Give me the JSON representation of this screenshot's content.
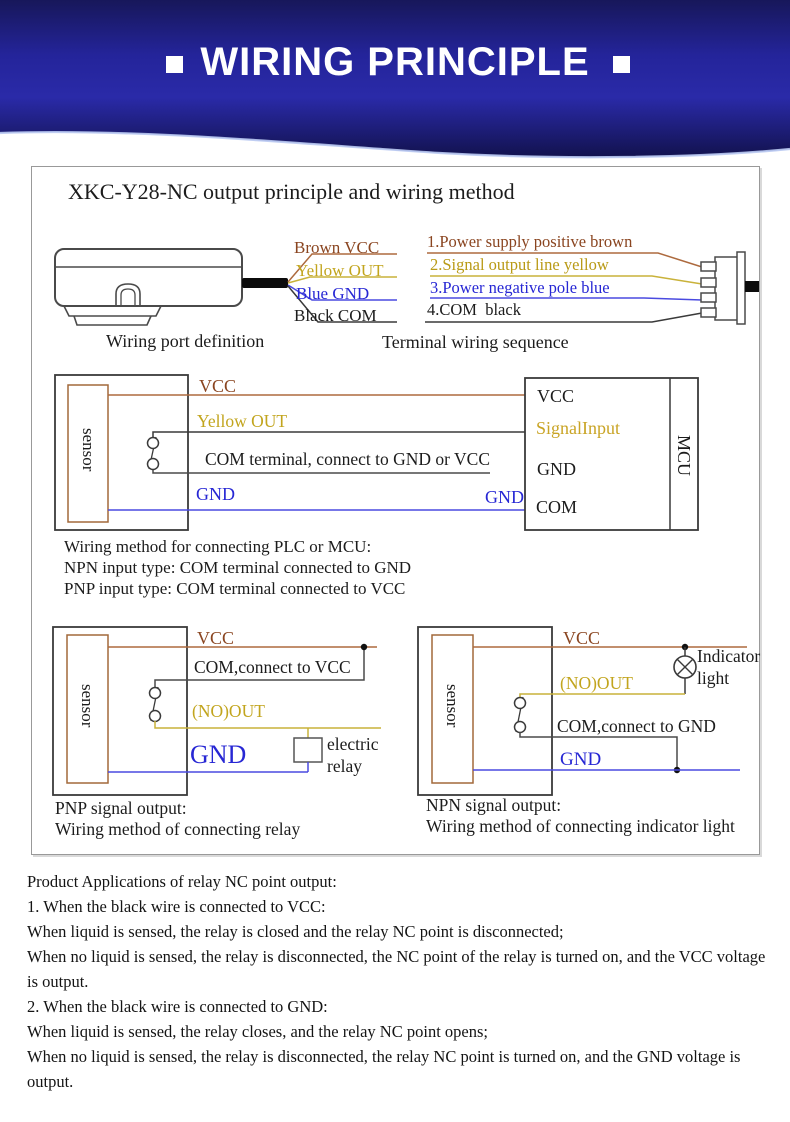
{
  "header": {
    "title": "WIRING PRINCIPLE"
  },
  "panel": {
    "title": "XKC-Y28-NC output principle and wiring method",
    "port_definition": {
      "caption": "Wiring port definition",
      "brown": "Brown VCC",
      "yellow": "Yellow OUT",
      "blue": "Blue GND",
      "black": "Black COM"
    },
    "terminal_sequence": {
      "caption": "Terminal wiring sequence",
      "item1": "1.Power supply positive brown",
      "item2": "2.Signal output line yellow",
      "item3": "3.Power negative pole blue",
      "item4": "4.COM  black"
    },
    "mcu": {
      "sensor": "sensor",
      "vcc": "VCC",
      "out": "Yellow OUT",
      "com": "COM terminal, connect to GND or VCC",
      "gnd": "GND",
      "gnd_right": "GND",
      "pin_vcc": "VCC",
      "pin_signal": "SignalInput",
      "pin_gnd": "GND",
      "pin_com": "COM",
      "mcu": "MCU",
      "note1": "Wiring method for connecting PLC or MCU:",
      "note2": "NPN input type: COM terminal connected to GND",
      "note3": "PNP input type: COM terminal connected to VCC"
    },
    "pnp": {
      "sensor": "sensor",
      "vcc": "VCC",
      "com": "COM,connect to VCC",
      "out": "(NO)OUT",
      "gnd": "GND",
      "relay1": "electric",
      "relay2": "relay",
      "caption1": "PNP signal output:",
      "caption2": "Wiring method of connecting relay"
    },
    "npn": {
      "sensor": "sensor",
      "vcc": "VCC",
      "out": "(NO)OUT",
      "com": "COM,connect to GND",
      "gnd": "GND",
      "lamp1": "Indicator",
      "lamp2": "light",
      "caption1": "NPN signal output:",
      "caption2": "Wiring method of connecting indicator light"
    }
  },
  "applications": {
    "lines": [
      "Product Applications of relay NC point output:",
      "1. When the black wire is connected to VCC:",
      "When liquid is sensed, the relay is closed and the relay NC point is disconnected;",
      "When no liquid is sensed, the relay is disconnected, the NC point of the relay is turned on, and the VCC voltage is output.",
      "2. When the black wire is connected to GND:",
      "When liquid is sensed, the relay closes, and the relay NC point opens;",
      "When no liquid is sensed, the relay is disconnected, the relay NC point is turned on, and the GND voltage is output."
    ]
  },
  "colors": {
    "header_blue": "#23239a",
    "brown_text": "#8a4520",
    "brown_wire": "#ad6a3e",
    "yellow": "#c2a51e",
    "blue": "#2727d4",
    "black": "#1c1c1c"
  }
}
